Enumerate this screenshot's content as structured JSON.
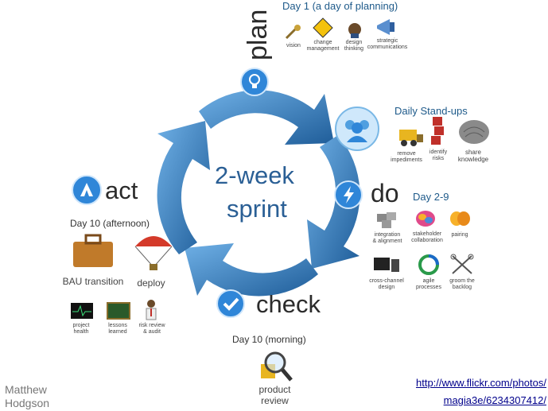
{
  "center": {
    "line1": "2-week",
    "line2": "sprint"
  },
  "phases": {
    "plan": "plan",
    "do": "do",
    "check": "check",
    "act": "act"
  },
  "plan_section": {
    "title": "Day 1 (a day of planning)",
    "items": [
      "vision",
      "change\nmanagement",
      "design\nthinking",
      "strategic\ncommunications"
    ]
  },
  "standups": {
    "title": "Daily Stand-ups",
    "items": [
      "remove\nimpediments",
      "identify\nrisks",
      "share\nknowledge"
    ]
  },
  "do_section": {
    "title": "Day 2-9",
    "items": [
      "integration\n& alignment",
      "stakeholder\ncollaboration",
      "pairing",
      "cross-channel\ndesign",
      "agile\nprocesses",
      "groom the\nbacklog"
    ]
  },
  "check_section": {
    "title": "Day 10 (morning)",
    "item": "product\nreview"
  },
  "act_section": {
    "title": "Day 10 (afternoon)",
    "big_items": [
      "BAU transition",
      "deploy"
    ],
    "items": [
      "project\nhealth",
      "lessons\nlearned",
      "risk review\n& audit"
    ]
  },
  "author": "Matthew\nHodgson",
  "link": {
    "line1": "http://www.flickr.com/photos/",
    "line2": "magia3e/6234307412/"
  },
  "colors": {
    "cycle": "#3f86c8",
    "cycle_dark": "#1f5d99",
    "heading": "#1e5a8a",
    "text": "#444444"
  }
}
